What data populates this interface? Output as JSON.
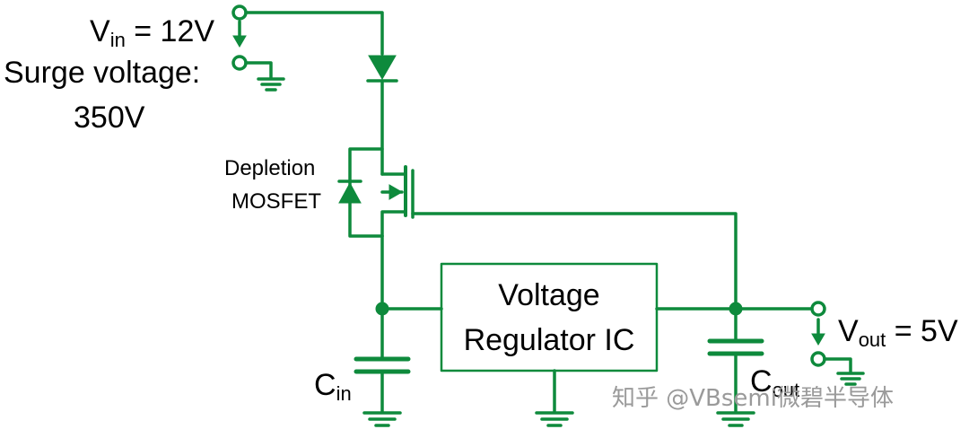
{
  "labels": {
    "vin_main": "V",
    "vin_sub": "in",
    "vin_rest": " = 12V",
    "surge_line1": "Surge voltage:",
    "surge_line2": "350V",
    "mosfet_line1": "Depletion",
    "mosfet_line2": "MOSFET",
    "ic_line1": "Voltage",
    "ic_line2": "Regulator IC",
    "cin_main": "C",
    "cin_sub": "in",
    "cout_main": "C",
    "cout_sub": "out",
    "vout_main": "V",
    "vout_sub": "out",
    "vout_rest": " = 5V",
    "watermark": "知乎 @VBsemi微碧半导体"
  },
  "colors": {
    "circuit": "#0e8a3c",
    "text": "#000000",
    "watermark": "#9a9a9a"
  }
}
